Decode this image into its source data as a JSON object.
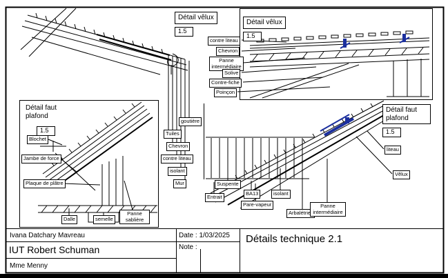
{
  "labels": {
    "velux_top": {
      "title": "Détail vêlux",
      "scale": "1.5"
    },
    "velux_right": {
      "title": "Détail vêlux",
      "scale": "1.5"
    },
    "plafond_left": {
      "title": "Détail faut plafond",
      "scale": "1.5"
    },
    "plafond_right": {
      "title": "Détail faut plafond",
      "scale": "1.5"
    }
  },
  "callouts": {
    "top_right": [
      "contre liteau",
      "Chevron",
      "Panne intermédiaire",
      "Solive",
      "Contre-fiche",
      "Poinçon"
    ],
    "mid_column": [
      "goutière",
      "Tuiles",
      "Chevron",
      "contre liteau",
      "isolant",
      "Mur"
    ],
    "left_panel": [
      "Blochet",
      "Jambe de force",
      "Plaque de plâtre",
      "Dalle",
      "semelle",
      "Panne sablière"
    ],
    "bottom_panel": [
      "Entrait",
      "Suspente",
      "BA13",
      "Pare-vapeur",
      "isolant",
      "Arbalétrier",
      "Panne intermédiaire"
    ],
    "right_panel": [
      "liteau",
      "Vêlux"
    ]
  },
  "titleblock": {
    "author": "Ivana Datchary Mavreau",
    "school": "IUT Robert Schuman",
    "teacher": "Mme Menny",
    "date": "Date : 1/03/2025",
    "note": "Note :",
    "title": "Détails technique 2.1"
  },
  "colors": {
    "line": "#000000",
    "accent_blue": "#1b2f9e",
    "paper": "#ffffff"
  }
}
